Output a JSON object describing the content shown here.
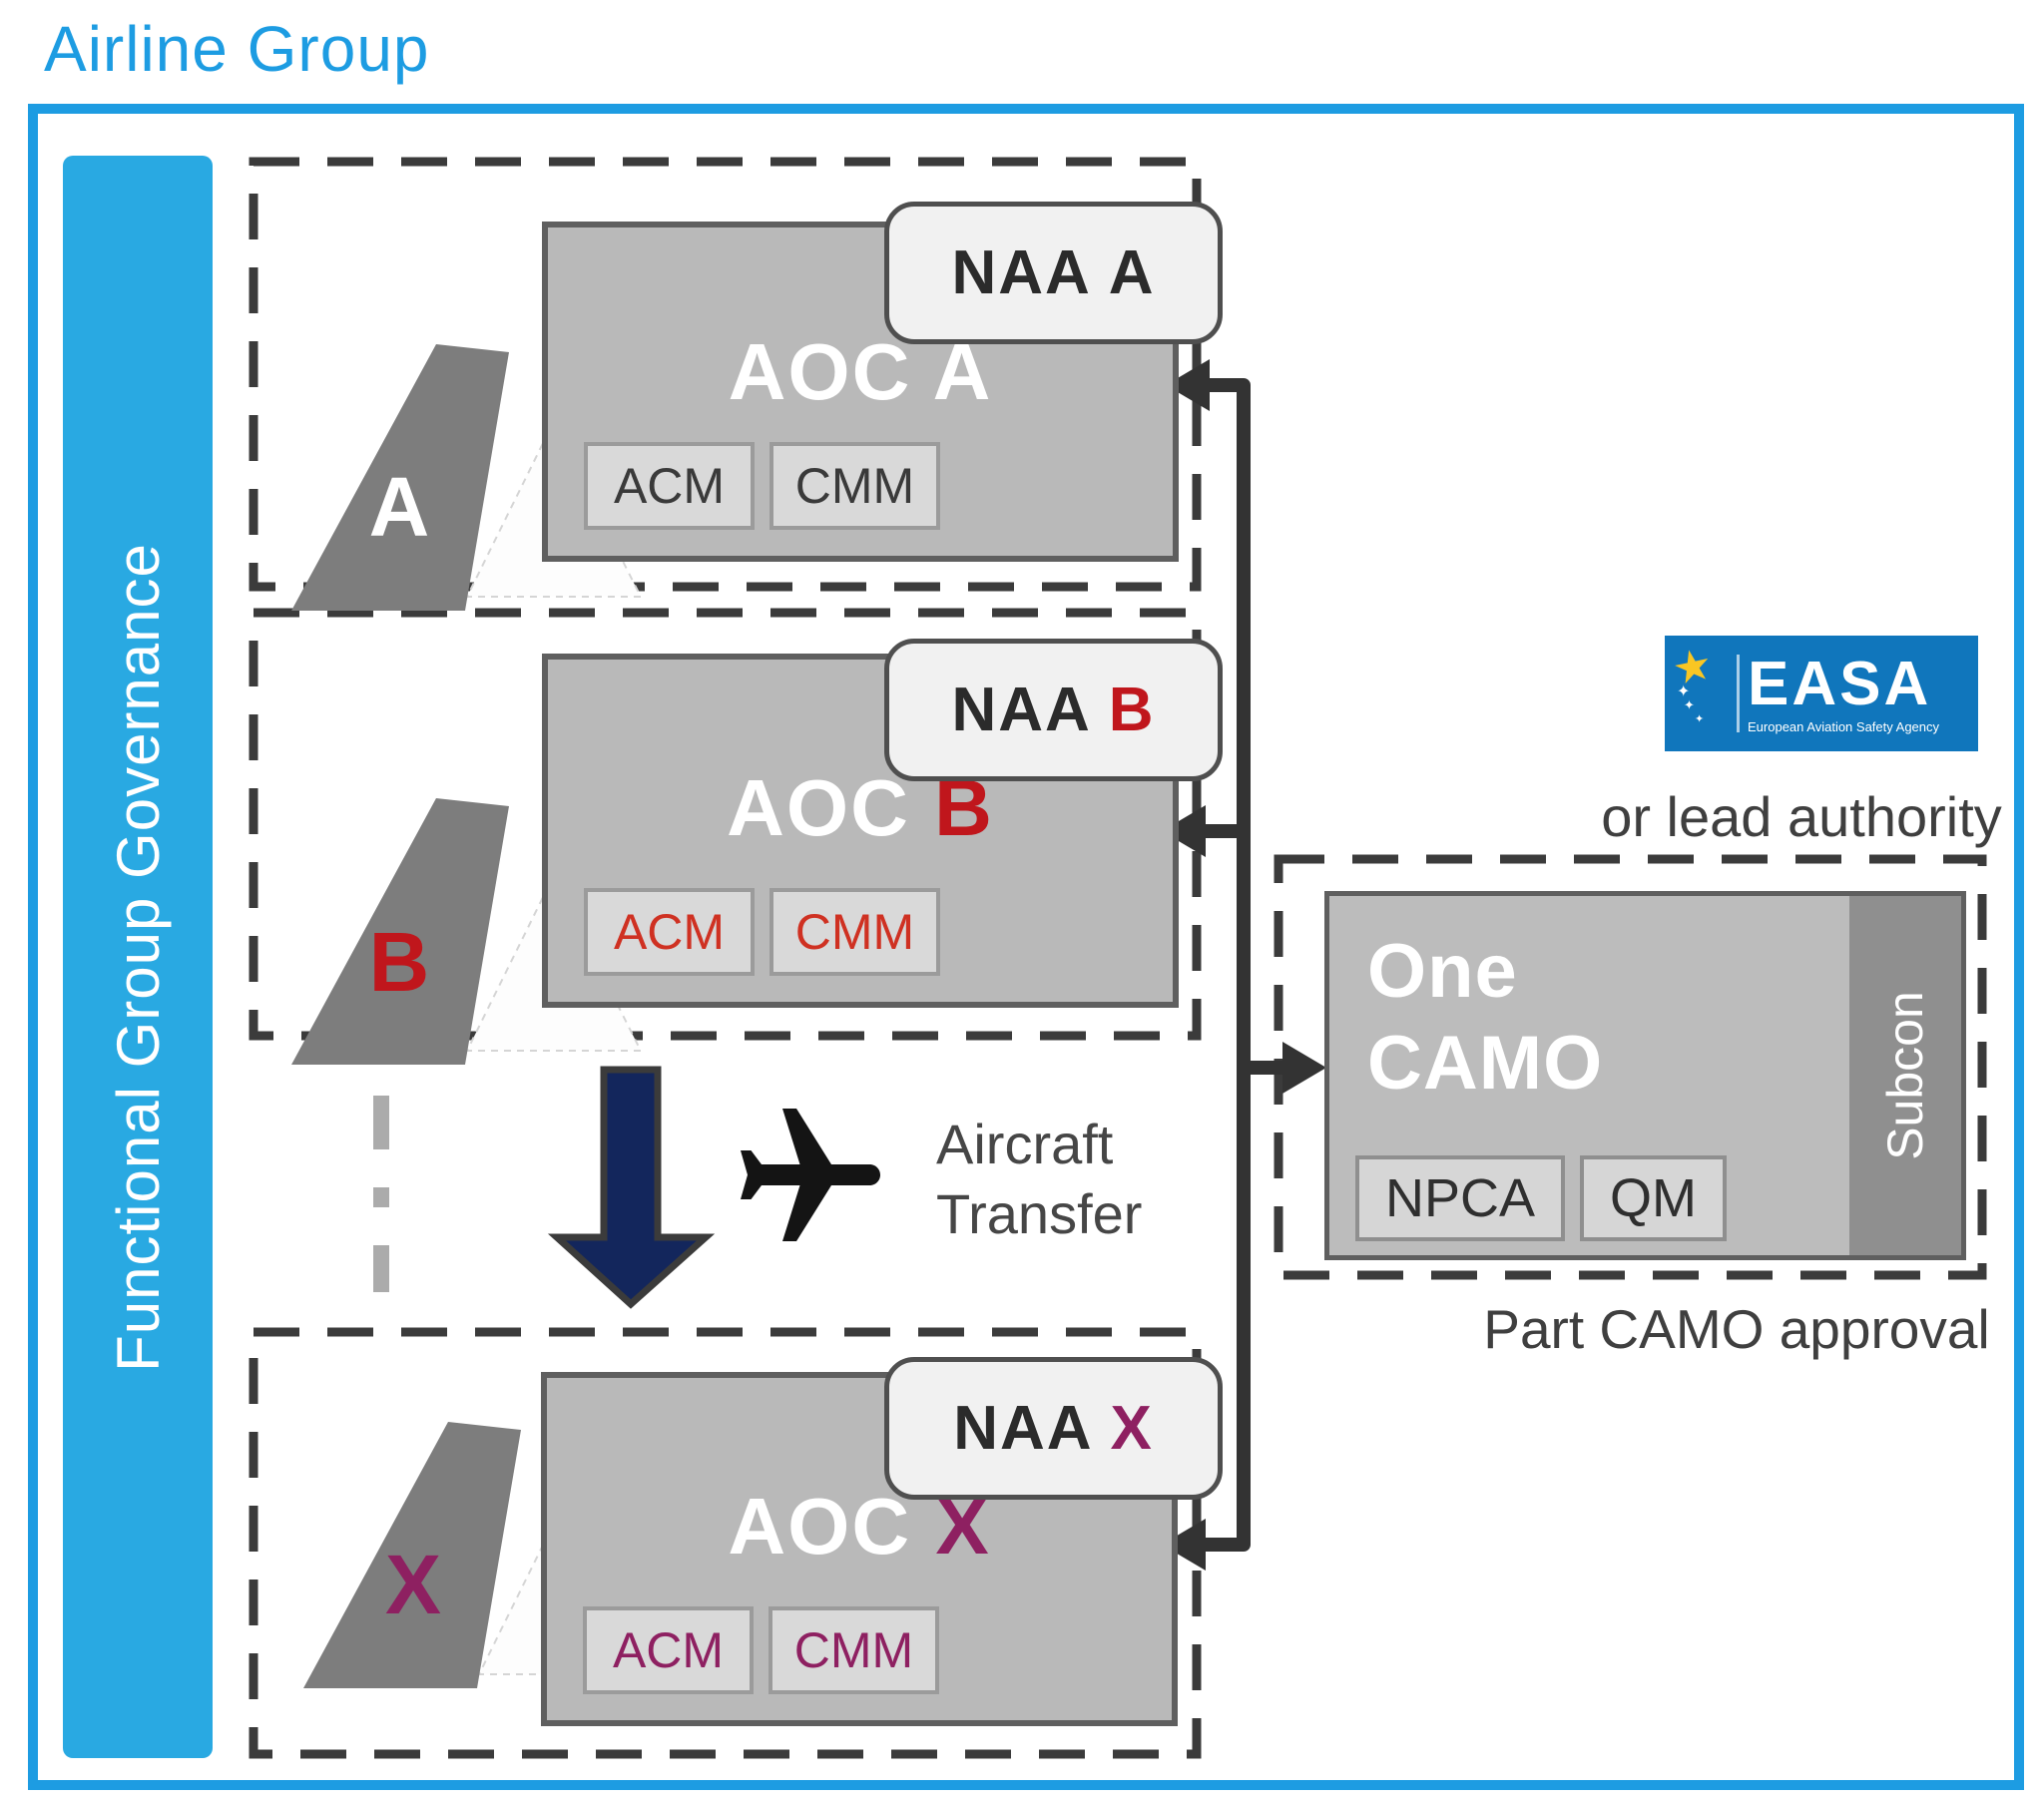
{
  "title": "Airline Group",
  "governance_bar": {
    "label": "Functional Group Governance"
  },
  "airlines": [
    {
      "fin_letter": "A",
      "naa_prefix": "NAA ",
      "naa_letter": "A",
      "aoc_prefix": "AOC ",
      "aoc_letter": "A",
      "chips": [
        "ACM",
        "CMM"
      ],
      "accent": "#ffffff",
      "naa_accent": "#2b2b2b",
      "chip_accent": "#3a3a3a"
    },
    {
      "fin_letter": "B",
      "naa_prefix": "NAA ",
      "naa_letter": "B",
      "aoc_prefix": "AOC ",
      "aoc_letter": "B",
      "chips": [
        "ACM",
        "CMM"
      ],
      "accent": "#c0161c",
      "naa_accent": "#c0161c",
      "chip_accent": "#cf3122"
    },
    {
      "fin_letter": "X",
      "naa_prefix": "NAA ",
      "naa_letter": "X",
      "aoc_prefix": "AOC ",
      "aoc_letter": "X",
      "chips": [
        "ACM",
        "CMM"
      ],
      "accent": "#8e2061",
      "naa_accent": "#8e2061",
      "chip_accent": "#8e2061"
    }
  ],
  "transfer": {
    "label_line1": "Aircraft",
    "label_line2": "Transfer"
  },
  "camo": {
    "name_line1": "One",
    "name_line2": "CAMO",
    "chips": [
      "NPCA",
      "QM"
    ],
    "subcon_label": "Subcon",
    "caption": "Part CAMO approval"
  },
  "authority": {
    "logo_text": "EASA",
    "logo_subtitle": "European Aviation Safety Agency",
    "logo_star": "★",
    "logo_small_star": "✦",
    "caption": "or lead authority"
  },
  "colors": {
    "brand_blue": "#1d9ce2",
    "bar_blue": "#29a9e2",
    "dash_gray": "#3b3b3b",
    "connector_gray": "#333333",
    "box_gray": "#b9b9b9",
    "navy": "#13265c",
    "easa_blue": "#1076bc",
    "red": "#c0161c",
    "magenta": "#8e2061"
  }
}
